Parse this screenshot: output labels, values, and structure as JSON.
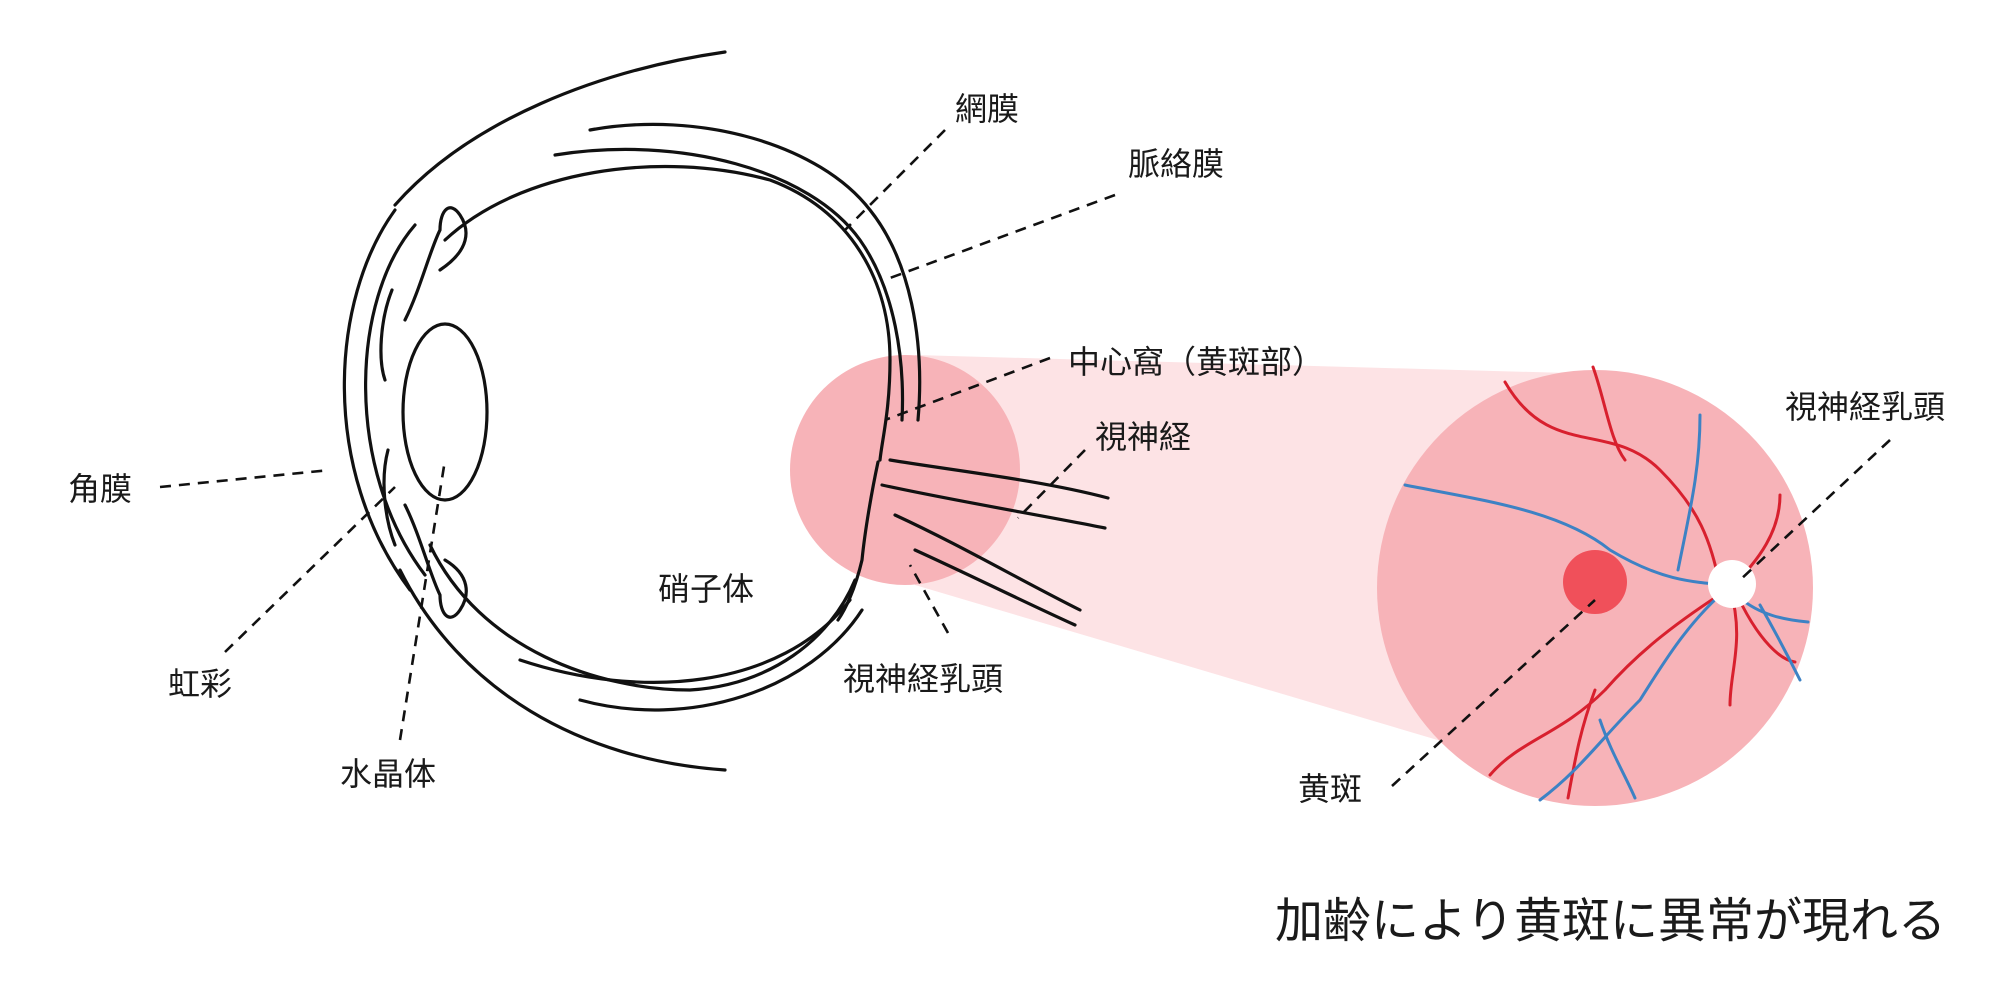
{
  "labels": {
    "retina": "網膜",
    "choroid": "脈絡膜",
    "fovea": "中心窩（黄斑部）",
    "optic_nerve": "視神経",
    "cornea": "角膜",
    "iris": "虹彩",
    "lens": "水晶体",
    "vitreous": "硝子体",
    "optic_disc_eye": "視神経乳頭",
    "optic_disc_fundus": "視神経乳頭",
    "macula": "黄斑"
  },
  "caption": "加齢により黄斑に異常が現れる",
  "colors": {
    "line": "#111111",
    "highlight": "#f7b3b8",
    "highlight_light": "#fde3e5",
    "macula_spot": "#f0505a",
    "artery": "#d8202e",
    "vein": "#3d82c4",
    "disc": "#ffffff"
  }
}
